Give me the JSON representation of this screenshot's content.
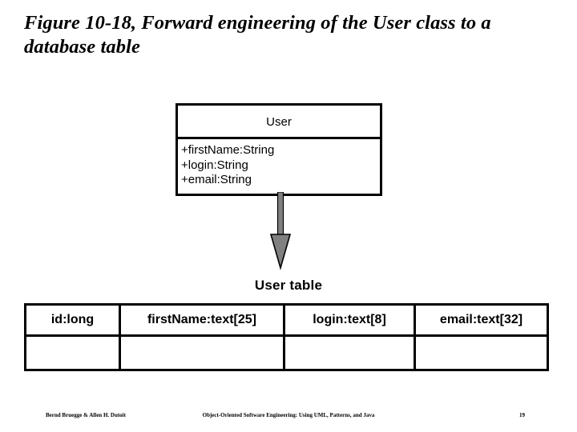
{
  "slide": {
    "title": "Figure 10-18, Forward engineering of the User class to a database table"
  },
  "uml_class": {
    "name": "User",
    "attributes": [
      "+firstName:String",
      "+login:String",
      "+email:String"
    ]
  },
  "arrow": {
    "icon": "down-arrow-icon",
    "fill_color": "#808080",
    "stroke_color": "#000000"
  },
  "database_table": {
    "caption": "User table",
    "columns": [
      "id:long",
      "firstName:text[25]",
      "login:text[8]",
      "email:text[32]"
    ],
    "empty_row": [
      "",
      "",
      "",
      ""
    ]
  },
  "footer": {
    "authors": "Bernd Bruegge & Allen H. Dutoit",
    "book_title": "Object-Oriented Software Engineering: Using UML, Patterns, and Java",
    "page_number": "19"
  },
  "colors": {
    "background": "#ffffff",
    "ink": "#000000",
    "arrow_gray": "#808080"
  }
}
